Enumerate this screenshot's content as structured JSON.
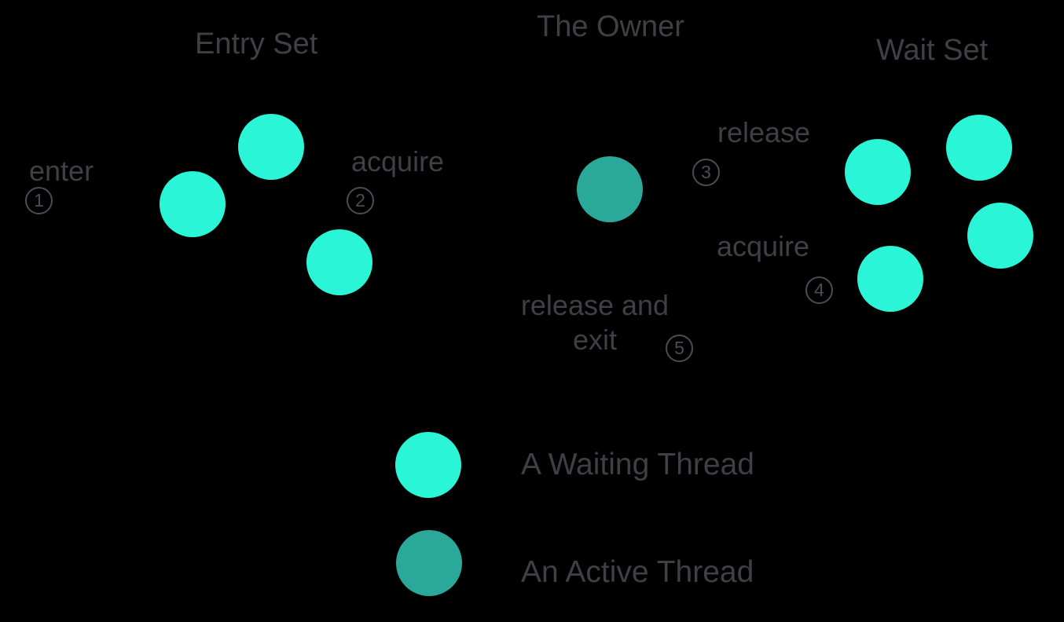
{
  "colors": {
    "background": "#000000",
    "waiting_thread": "#2af5d6",
    "active_thread": "#2aa99a",
    "text": "#3d4045",
    "badge": "#4a4d52"
  },
  "sections": {
    "entry_set": {
      "title": "Entry Set",
      "thread_count": 3
    },
    "owner": {
      "title": "The Owner",
      "thread_count": 1
    },
    "wait_set": {
      "title": "Wait Set",
      "thread_count": 4
    }
  },
  "steps": [
    {
      "num": "1",
      "label": "enter"
    },
    {
      "num": "2",
      "label": "acquire"
    },
    {
      "num": "3",
      "label": "release"
    },
    {
      "num": "4",
      "label": "acquire"
    },
    {
      "num": "5",
      "label": "release and\nexit"
    }
  ],
  "legend": {
    "items": [
      {
        "type": "waiting",
        "label": "A Waiting Thread"
      },
      {
        "type": "active",
        "label": "An Active Thread"
      }
    ]
  }
}
